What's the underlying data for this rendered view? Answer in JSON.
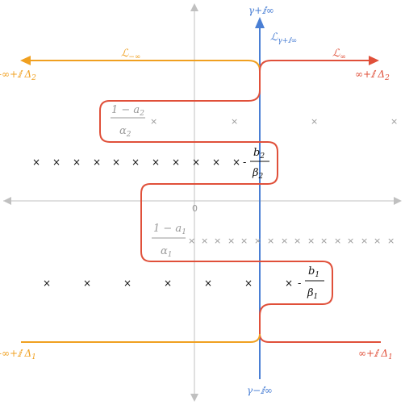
{
  "colors": {
    "axis": "#b4b4b4",
    "red": "#e0503a",
    "orange": "#f0a020",
    "blue": "#4a7fd4",
    "gray_text": "#999999",
    "black": "#111111"
  },
  "labels": {
    "origin": "0",
    "gamma_plus": "γ+ⅈ∞",
    "gamma_minus": "γ−ⅈ∞",
    "L_gamma": "ℒ",
    "L_gamma_sub": "γ+ⅈ∞",
    "L_minus_inf": "ℒ",
    "L_minus_inf_sub": "−∞",
    "L_inf": "ℒ",
    "L_inf_sub": "∞",
    "left_top": "-∞+ⅈ Δ",
    "left_top_sub": "2",
    "right_top": "∞+ⅈ Δ",
    "right_top_sub": "2",
    "left_bottom": "-∞+ⅈ Δ",
    "left_bottom_sub": "1",
    "right_bottom": "∞+ⅈ Δ",
    "right_bottom_sub": "1",
    "frac_a2_num": "1 − a",
    "frac_a2_num_sub": "2",
    "frac_a2_den": "α",
    "frac_a2_den_sub": "2",
    "frac_b2_num": "b",
    "frac_b2_num_sub": "2",
    "frac_b2_den": "β",
    "frac_b2_den_sub": "2",
    "frac_a1_num": "1 − a",
    "frac_a1_num_sub": "1",
    "frac_a1_den": "α",
    "frac_a1_den_sub": "1",
    "frac_b1_num": "b",
    "frac_b1_num_sub": "1",
    "frac_b1_den": "β",
    "frac_b1_den_sub": "1",
    "minus": "-",
    "cross": "×"
  }
}
